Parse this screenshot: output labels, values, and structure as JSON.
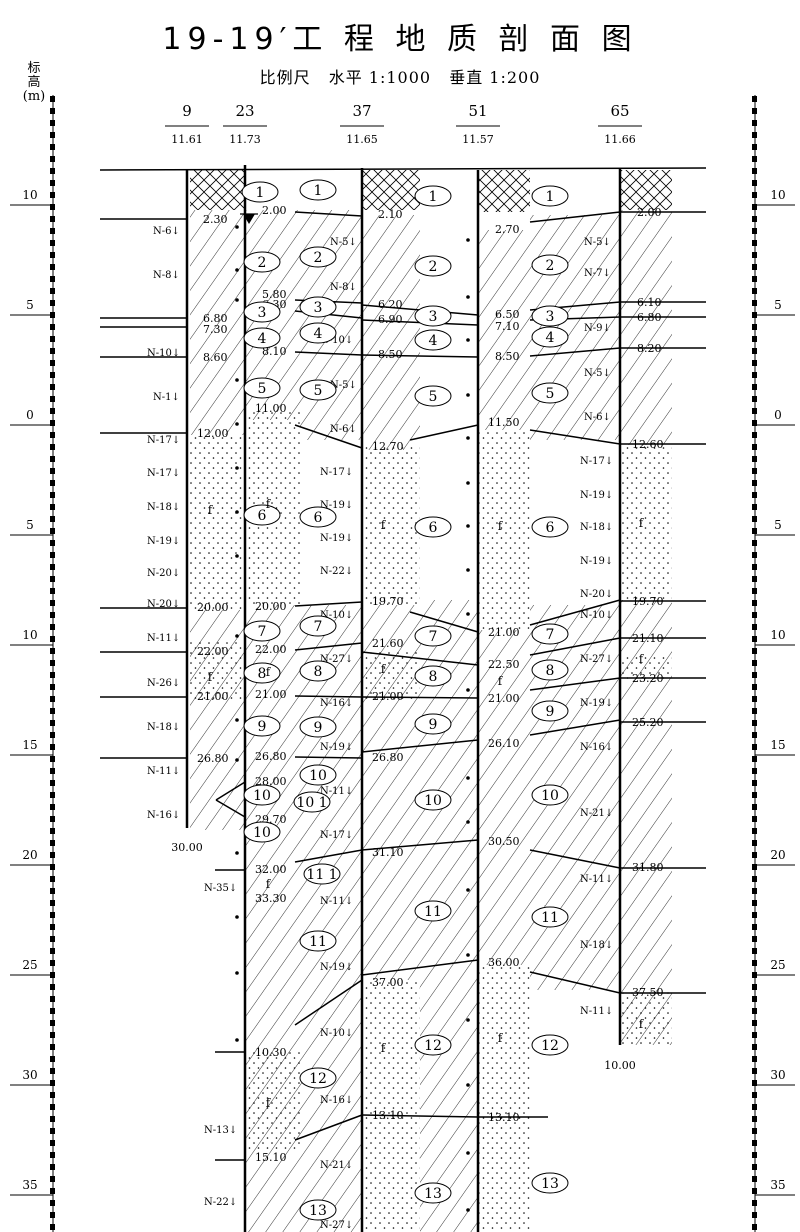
{
  "title": "19-19′工 程 地 质 剖 面 图",
  "scale": {
    "label": "比例尺",
    "horizontal": "水平  1:1000",
    "vertical": "垂直  1:200"
  },
  "axis": {
    "label_chars": [
      "标",
      "高"
    ],
    "unit": "(m)",
    "ticks": [
      "10",
      "5",
      "0",
      "5",
      "10",
      "15",
      "20",
      "25",
      "30",
      "35"
    ]
  },
  "boreholes": [
    {
      "id": "9",
      "elev": "11.61",
      "bottom": "30.00"
    },
    {
      "id": "23",
      "elev": "11.73",
      "bottom": ""
    },
    {
      "id": "37",
      "elev": "11.65",
      "bottom": ""
    },
    {
      "id": "51",
      "elev": "11.57",
      "bottom": ""
    },
    {
      "id": "65",
      "elev": "11.66",
      "bottom": "10.00"
    }
  ],
  "depth_labels": {
    "b9": [
      "2.30",
      "6.80",
      "7.30",
      "8.60",
      "12.00",
      "20.00",
      "22.00",
      "21.00",
      "26.80"
    ],
    "b23": [
      "2.00",
      "5.80",
      "6.30",
      "8.10",
      "11.00",
      "20.00",
      "22.00",
      "21.00",
      "26.80",
      "28.00",
      "29.70",
      "32.00",
      "33.30",
      "10.30",
      "15.10"
    ],
    "b37": [
      "2.10",
      "6.20",
      "6.90",
      "8.50",
      "12.70",
      "19.70",
      "21.60",
      "21.00",
      "26.80",
      "31.10",
      "37.00",
      "13.10"
    ],
    "b51": [
      "2.70",
      "6.50",
      "7.10",
      "8.50",
      "11.50",
      "21.00",
      "22.50",
      "21.00",
      "26.10",
      "30.50",
      "36.00",
      "13.10"
    ],
    "b65": [
      "2.00",
      "6.10",
      "6.80",
      "8.20",
      "12.60",
      "19.70",
      "21.10",
      "23.20",
      "25.20",
      "31.80",
      "37.50"
    ]
  },
  "spt": {
    "b9": [
      "N-6",
      "N-8",
      "N-10",
      "N-1",
      "N-17",
      "N-17",
      "N-18",
      "N-19",
      "N-20",
      "N-20",
      "N-11",
      "N-26",
      "N-18",
      "N-11",
      "N-16"
    ],
    "b23": [
      "N-35",
      "N-13",
      "N-22"
    ],
    "b37": [
      "N-5",
      "N-8",
      "N-10",
      "N-5",
      "N-6",
      "N-17",
      "N-19",
      "N-19",
      "N-22",
      "N-10",
      "N-27",
      "N-16",
      "N-19",
      "N-11",
      "N-17",
      "N-11",
      "N-19",
      "N-10",
      "N-16",
      "N-21",
      "N-27"
    ],
    "b65": [
      "N-5",
      "N-7",
      "N-9",
      "N-5",
      "N-6",
      "N-17",
      "N-19",
      "N-18",
      "N-19",
      "N-20",
      "N-10",
      "N-27",
      "N-19",
      "N-16",
      "N-21",
      "N-11",
      "N-18",
      "N-11"
    ]
  },
  "layers": [
    "1",
    "2",
    "3",
    "4",
    "5",
    "6",
    "7",
    "8",
    "9",
    "10",
    "10",
    "10",
    "10 1",
    "11",
    "11 1",
    "12",
    "13"
  ],
  "markers": {
    "sand": "f",
    "water_level": "▼"
  }
}
